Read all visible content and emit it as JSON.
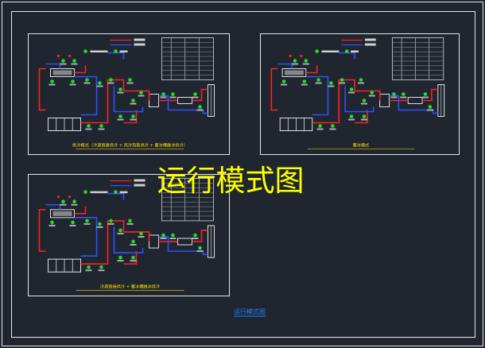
{
  "title": "运行模式图",
  "footer_label": "运行模式图",
  "colors": {
    "background": "#1f2630",
    "frame": "#e8e8e8",
    "supply_pipe": "#ff2020",
    "return_pipe": "#3050ff",
    "equipment": "#20e020",
    "title_text": "#ffff00",
    "caption_text": "#ffe000",
    "footer_text": "#2080ff"
  },
  "panels": [
    {
      "id": "panel-1",
      "caption": "供冷模式（冷源直接供冷 + 风冷热泵供冷 + 蓄冰槽融冰供冷）"
    },
    {
      "id": "panel-2",
      "caption": "蓄冰模式"
    },
    {
      "id": "panel-3",
      "caption": "冷源直接供冷 + 蓄冰槽融冰供冷"
    }
  ]
}
